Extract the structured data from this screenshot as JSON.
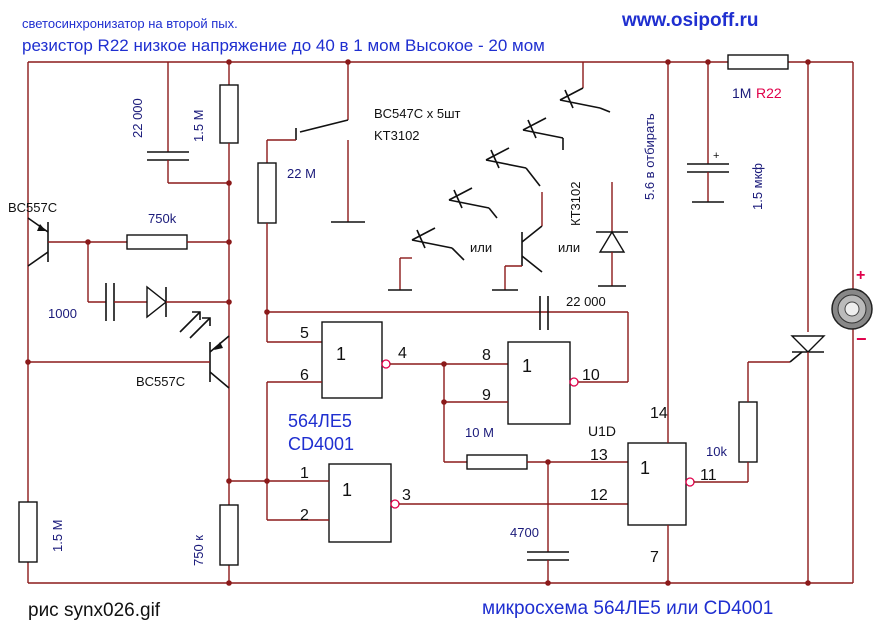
{
  "header": {
    "subtitle": "светосинхронизатор на второй пых.",
    "website": "www.osipoff.ru",
    "note": "резистор R22 низкое напряжение до 40 в 1 мом  Высокое - 20 мом"
  },
  "labels": {
    "c_22000_top": "22 000",
    "r_1_5m_top": "1.5 М",
    "r_22m": "22 М",
    "bc557c_top": "BC557C",
    "r_750k_h": "750k",
    "c_1000": "1000",
    "bc557c_bottom": "BC557C",
    "darlington_line1": "BC547C  x  5шт",
    "darlington_line2": "KT3102",
    "or_1": "или",
    "or_2": "или",
    "kt3102_vertical": "КТ3102",
    "zener_note": "5.6 в отбирать",
    "c_22000_mid": "22 000",
    "r22_value": "1М",
    "r22_name": "R22",
    "c_1_5uf": "1.5 мкф",
    "plus_sign": "+",
    "minus_sign": "−",
    "cap_plus": "+",
    "r_1_5m_bottom": "1.5 М",
    "r_750k_bottom": "750 к",
    "chip_name_1": "564ЛЕ5",
    "chip_name_2": "CD4001",
    "r_10m": "10 М",
    "u1d": "U1D",
    "r_10k": "10k",
    "c_4700": "4700",
    "gate_symbol_1": "1",
    "gate_symbol_2": "1",
    "gate_symbol_3": "1",
    "gate_symbol_4": "1",
    "pin_1": "1",
    "pin_2": "2",
    "pin_3": "3",
    "pin_4": "4",
    "pin_5": "5",
    "pin_6": "6",
    "pin_7": "7",
    "pin_8": "8",
    "pin_9": "9",
    "pin_10": "10",
    "pin_11": "11",
    "pin_12": "12",
    "pin_13": "13",
    "pin_14": "14"
  },
  "footer": {
    "figure": "рис  synx026.gif",
    "chip": "микросхема 564ЛЕ5 или CD4001"
  },
  "colors": {
    "wire": "#8b1a1a",
    "header_text": "#1f2fd0",
    "label_text": "#1a1a7a",
    "accent_red": "#e0004a"
  }
}
